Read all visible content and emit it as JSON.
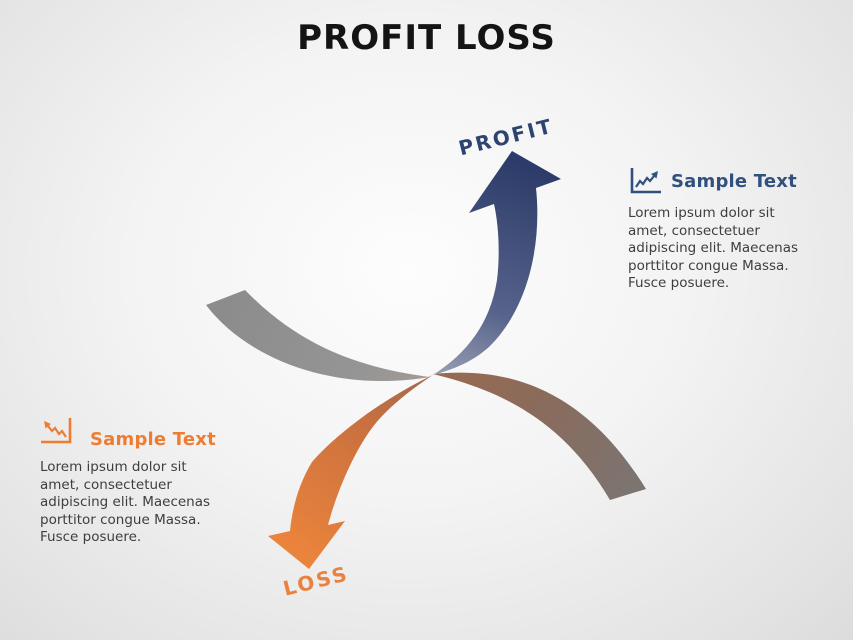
{
  "title": "PROFIT LOSS",
  "arrows": {
    "profit": {
      "label": "PROFIT",
      "color": "#2E4470",
      "direction": "up"
    },
    "loss": {
      "label": "LOSS",
      "color": "#E8823C",
      "direction": "down"
    }
  },
  "ribbons": {
    "gray_upper_left": "#8E8E8E",
    "brown_lower_right_start": "#96664F",
    "brown_lower_right_end": "#7C7470",
    "profit_arrow_start": "#98A0B3",
    "profit_arrow_end": "#2C3B69",
    "loss_arrow_start": "#9E6A50",
    "loss_arrow_end": "#EA833C"
  },
  "callouts": {
    "profit": {
      "icon": "trend-chart-icon",
      "heading": "Sample Text",
      "accent": "#31507D",
      "body": "Lorem ipsum dolor sit\namet, consectetuer\nadipiscing elit. Maecenas\nporttitor congue Massa.\nFusce posuere."
    },
    "loss": {
      "icon": "trend-chart-icon",
      "heading": "Sample Text",
      "accent": "#ED7D31",
      "body": "Lorem ipsum dolor sit\namet, consectetuer\nadipiscing elit. Maecenas\nporttitor congue Massa.\nFusce posuere."
    }
  },
  "background": {
    "center": "#FDFDFD",
    "edge": "#DCDCDC"
  },
  "title_color": "#141414",
  "body_text_color": "#3E3E3E"
}
